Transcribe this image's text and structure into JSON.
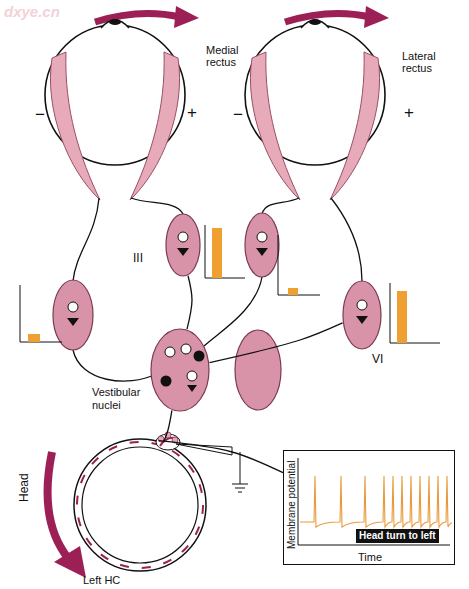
{
  "diagram": {
    "nodes": [
      {
        "text": [
          "III"
        ]
      },
      {
        "text": [
          "VI"
        ]
      },
      {
        "text": [
          "Vestibular nuclei"
        ]
      },
      {
        "text": [
          "Membrane potential",
          "Time",
          "Head turn to left"
        ]
      },
      {
        "text": [
          "Left HC"
        ]
      }
    ],
    "edges": [
      {
        "from": 4,
        "to": 2,
        "arrow": "none"
      },
      {
        "from": 2,
        "to": 0,
        "arrow": "none"
      },
      {
        "from": 2,
        "to": 1,
        "arrow": "none"
      },
      {
        "from": 4,
        "to": 3,
        "arrow": "none"
      }
    ],
    "labels": [
      "dxye.cn",
      "Medial rectus",
      "Lateral rectus",
      "−",
      "+",
      "−",
      "+",
      "Head"
    ]
  }
}
